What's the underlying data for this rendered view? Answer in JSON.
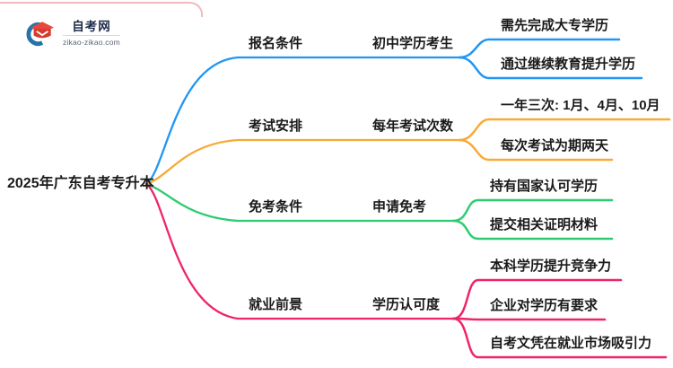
{
  "logo": {
    "title": "自考网",
    "domain": "zikao-zikao.com",
    "icon_crescent_color": "#2573A7",
    "icon_cap_color": "#E8473B"
  },
  "root": {
    "label": "2025年广东自考专升本"
  },
  "branches": [
    {
      "id": "registration",
      "color": "#2196F3",
      "topic": "报名条件",
      "subtopic": "初中学历考生",
      "leaves": [
        "需先完成大专学历",
        "通过继续教育提升学历"
      ]
    },
    {
      "id": "exam-schedule",
      "color": "#F9A938",
      "topic": "考试安排",
      "subtopic": "每年考试次数",
      "leaves": [
        "一年三次: 1月、4月、10月",
        "每次考试为期两天"
      ]
    },
    {
      "id": "exemption",
      "color": "#2ECC71",
      "topic": "免考条件",
      "subtopic": "申请免考",
      "leaves": [
        "持有国家认可学历",
        "提交相关证明材料"
      ]
    },
    {
      "id": "employment",
      "color": "#F0246C",
      "topic": "就业前景",
      "subtopic": "学历认可度",
      "leaves": [
        "本科学历提升竞争力",
        "企业对学历有要求",
        "自考文凭在就业市场吸引力"
      ]
    }
  ],
  "decor": {
    "frame_border_color": "#F0BBBD"
  }
}
